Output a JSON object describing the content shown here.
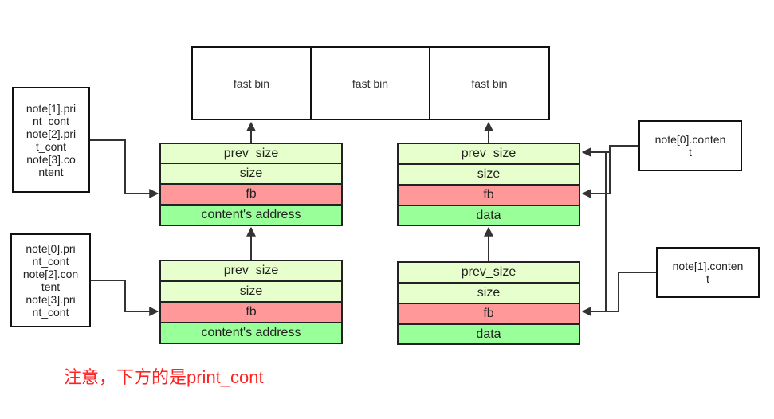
{
  "fast_bins": [
    "fast bin",
    "fast bin",
    "fast bin"
  ],
  "chunks": {
    "top_left": [
      "prev_size",
      "size",
      "fb",
      "content's address"
    ],
    "bottom_left": [
      "prev_size",
      "size",
      "fb",
      "content's address"
    ],
    "top_right": [
      "prev_size",
      "size",
      "fb",
      "data"
    ],
    "bottom_right": [
      "prev_size",
      "size",
      "fb",
      "data"
    ]
  },
  "notes": {
    "left_top": [
      "note[1].pri",
      "nt_cont",
      "note[2].pri",
      "t_cont",
      "note[3].co",
      "ntent"
    ],
    "left_bottom": [
      "note[0].pri",
      "nt_cont",
      "note[2].con",
      "tent",
      "note[3].pri",
      "nt_cont"
    ],
    "right_top": [
      "note[0].conten",
      "t"
    ],
    "right_bottom": [
      "note[1].conten",
      "t"
    ]
  },
  "caption": "注意，下方的是print_cont",
  "colors": {
    "field_light_green": "#e6ffcc",
    "field_red": "#ff9999",
    "field_green": "#99ff99",
    "caption": "#ff2222"
  }
}
